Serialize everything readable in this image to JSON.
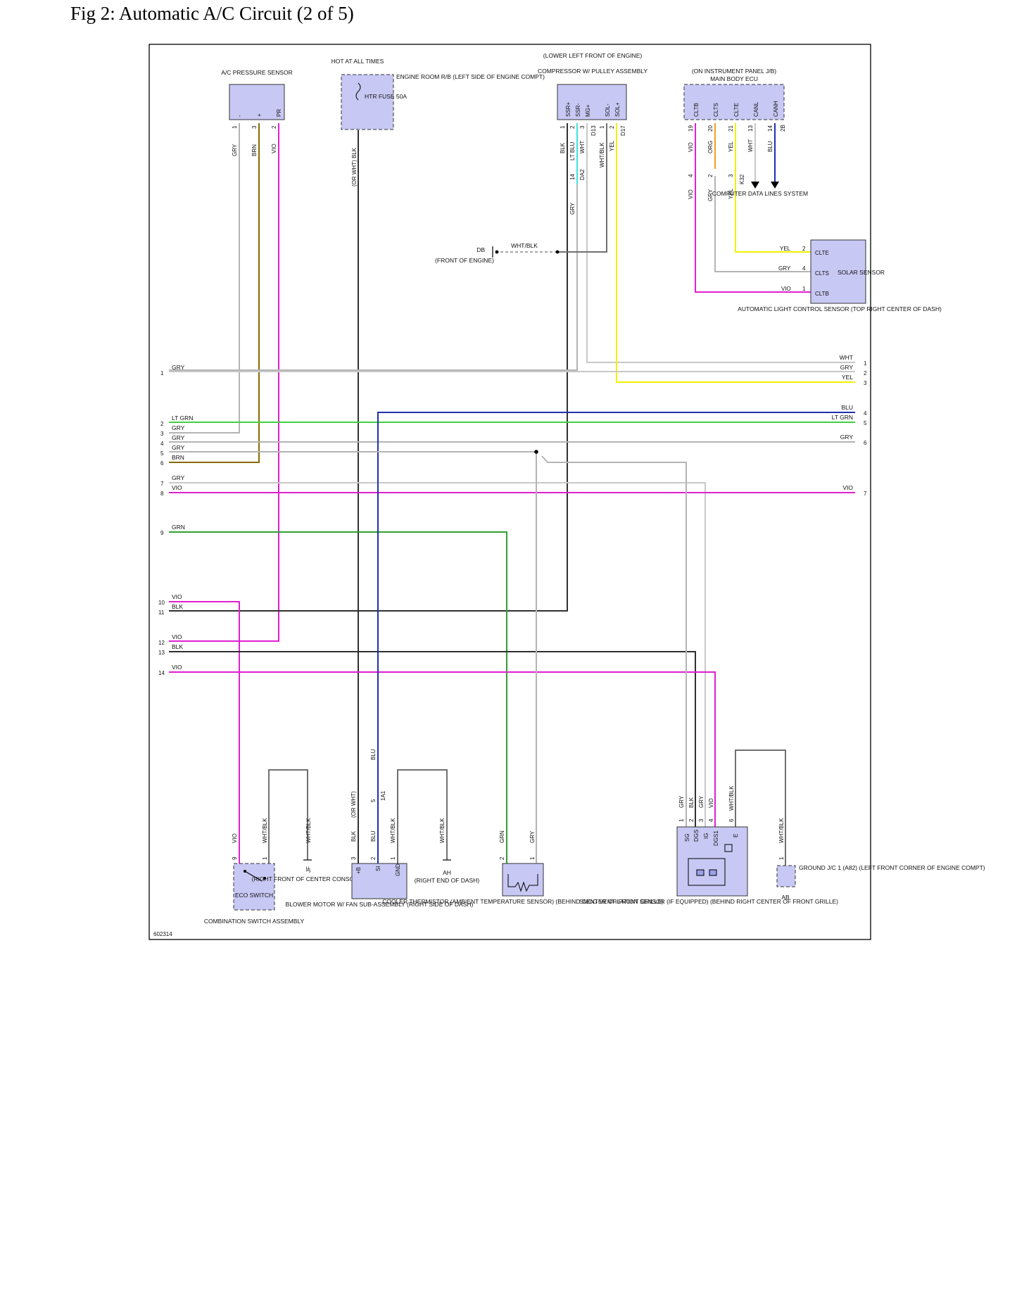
{
  "title": "Fig 2: Automatic A/C Circuit (2 of 5)",
  "figure_id": "602314",
  "colors": {
    "GRY": "#b4b4b4",
    "BRN": "#8a6a00",
    "VIO": "#e020d0",
    "BLK": "#303030",
    "WHT": "#c8c8c8",
    "LT_GRN": "#40d040",
    "BLU": "#2030b0",
    "YEL": "#f0f000",
    "ORG": "#f0a020",
    "LT_BLU": "#40e0e0",
    "GRN": "#30a030",
    "WHTBLK": "#707070",
    "component": "#c8c8f4"
  },
  "components": {
    "ac_pressure": {
      "name": "A/C PRESSURE SENSOR",
      "pins": [
        "-",
        "+",
        "PR"
      ],
      "nums": [
        "1",
        "3",
        "2"
      ],
      "wires": [
        "GRY",
        "BRN",
        "VIO"
      ]
    },
    "htr_fuse": {
      "top": "HOT AT ALL TIMES",
      "fuse_label": "HTR FUSE 50A",
      "location": "ENGINE ROOM R/B (LEFT SIDE OF ENGINE COMPT)",
      "wire": "(OR WHT) BLK"
    },
    "compressor": {
      "location": "(LOWER LEFT FRONT OF ENGINE)",
      "name": "COMPRESSOR W/ PULLEY ASSEMBLY",
      "pins": [
        "SSR+",
        "SSR-",
        "MG+",
        "",
        "SOL-",
        "SOL+"
      ],
      "nums": [
        "1",
        "2",
        "3",
        "D13",
        "1",
        "2",
        "D17"
      ],
      "wires": [
        "BLK",
        "LT BLU",
        "WHT",
        "WHT/BLK",
        "YEL"
      ],
      "inline_pin": "14",
      "inline_conn": "DA2",
      "below_wire": "GRY"
    },
    "body_ecu": {
      "location": "(ON INSTRUMENT PANEL J/B)",
      "name": "MAIN BODY ECU",
      "pins": [
        "CLTB",
        "CLTS",
        "CLTE",
        "CANL",
        "CANH"
      ],
      "nums": [
        "19",
        "20",
        "21",
        "13",
        "14",
        "2B"
      ],
      "wires": [
        "VIO",
        "ORG",
        "YEL",
        "WHT",
        "BLU"
      ],
      "inline_nums": [
        "4",
        "2",
        "3"
      ],
      "inline_conn": "K32",
      "lower_wires": [
        "VIO",
        "GRY",
        "YEL"
      ],
      "data_lines": "COMPUTER DATA LINES SYSTEM"
    },
    "ground_db": {
      "name": "DB",
      "location": "(FRONT OF ENGINE)",
      "wire": "WHT/BLK"
    },
    "solar": {
      "pins": [
        "CLTE",
        "CLTS",
        "CLTB"
      ],
      "nums": [
        "2",
        "4",
        "1"
      ],
      "wires": [
        "YEL",
        "GRY",
        "VIO"
      ],
      "name": "SOLAR SENSOR",
      "caption": "AUTOMATIC LIGHT CONTROL SENSOR (TOP RIGHT CENTER OF DASH)"
    },
    "eco": {
      "name": "ECO SWITCH",
      "caption": "COMBINATION SWITCH ASSEMBLY",
      "nums": [
        "9",
        "1"
      ],
      "wires": [
        "VIO",
        "WHT/BLK"
      ]
    },
    "ground_jf": {
      "name": "JF",
      "location": "(RIGHT FRONT OF CENTER CONSOLE)",
      "wire": "WHT/BLK"
    },
    "blower": {
      "pins": [
        "+B",
        "SI",
        "GND"
      ],
      "nums": [
        "3",
        "2",
        "1"
      ],
      "wires": [
        "BLK",
        "BLU",
        "WHT/BLK"
      ],
      "extra_wire": "(OR WHT)",
      "upper_wire": "BLU",
      "inline_pin": "5",
      "inline_conn": "1A1",
      "caption": "BLOWER MOTOR W/ FAN SUB-ASSEMBLY (RIGHT SIDE OF DASH)"
    },
    "ground_ah": {
      "name": "AH",
      "location": "(RIGHT END OF DASH)",
      "wire": "WHT/BLK"
    },
    "thermistor": {
      "nums": [
        "2",
        "1"
      ],
      "wires": [
        "GRN",
        "GRY"
      ],
      "caption": "COOLER THERMISTOR (AMBIENT TEMPERATURE SENSOR) (BEHIND CENTER OF FRONT GRILLE)"
    },
    "smog": {
      "pins": [
        "SG",
        "DGS",
        "IG",
        "DGS1",
        "E"
      ],
      "nums": [
        "1",
        "2",
        "3",
        "4",
        "6"
      ],
      "wires": [
        "GRY",
        "BLK",
        "GRY",
        "VIO",
        "WHT/BLK"
      ],
      "caption": "SMOG VENTILATION SENSOR (IF EQUIPPED) (BEHIND RIGHT CENTER OF FRONT GRILLE)"
    },
    "ground_jc": {
      "num": "1",
      "wire": "WHT/BLK",
      "name": "AB",
      "caption": "GROUND J/C 1 (A82) (LEFT FRONT CORNER OF ENGINE COMPT)"
    }
  },
  "left_lines": [
    {
      "n": "1",
      "w": "GRY"
    },
    {
      "n": "2",
      "w": "LT GRN"
    },
    {
      "n": "3",
      "w": "GRY"
    },
    {
      "n": "4",
      "w": "GRY"
    },
    {
      "n": "5",
      "w": "GRY"
    },
    {
      "n": "6",
      "w": "BRN"
    },
    {
      "n": "7",
      "w": "GRY"
    },
    {
      "n": "8",
      "w": "VIO"
    },
    {
      "n": "9",
      "w": "GRN"
    },
    {
      "n": "10",
      "w": "VIO"
    },
    {
      "n": "11",
      "w": "BLK"
    },
    {
      "n": "12",
      "w": "VIO"
    },
    {
      "n": "13",
      "w": "BLK"
    },
    {
      "n": "14",
      "w": "VIO"
    }
  ],
  "right_lines": [
    {
      "n": "1",
      "w": "WHT"
    },
    {
      "n": "2",
      "w": "GRY"
    },
    {
      "n": "3",
      "w": "YEL"
    },
    {
      "n": "4",
      "w": "BLU"
    },
    {
      "n": "5",
      "w": "LT GRN"
    },
    {
      "n": "6",
      "w": "GRY"
    },
    {
      "n": "7",
      "w": "VIO"
    }
  ]
}
